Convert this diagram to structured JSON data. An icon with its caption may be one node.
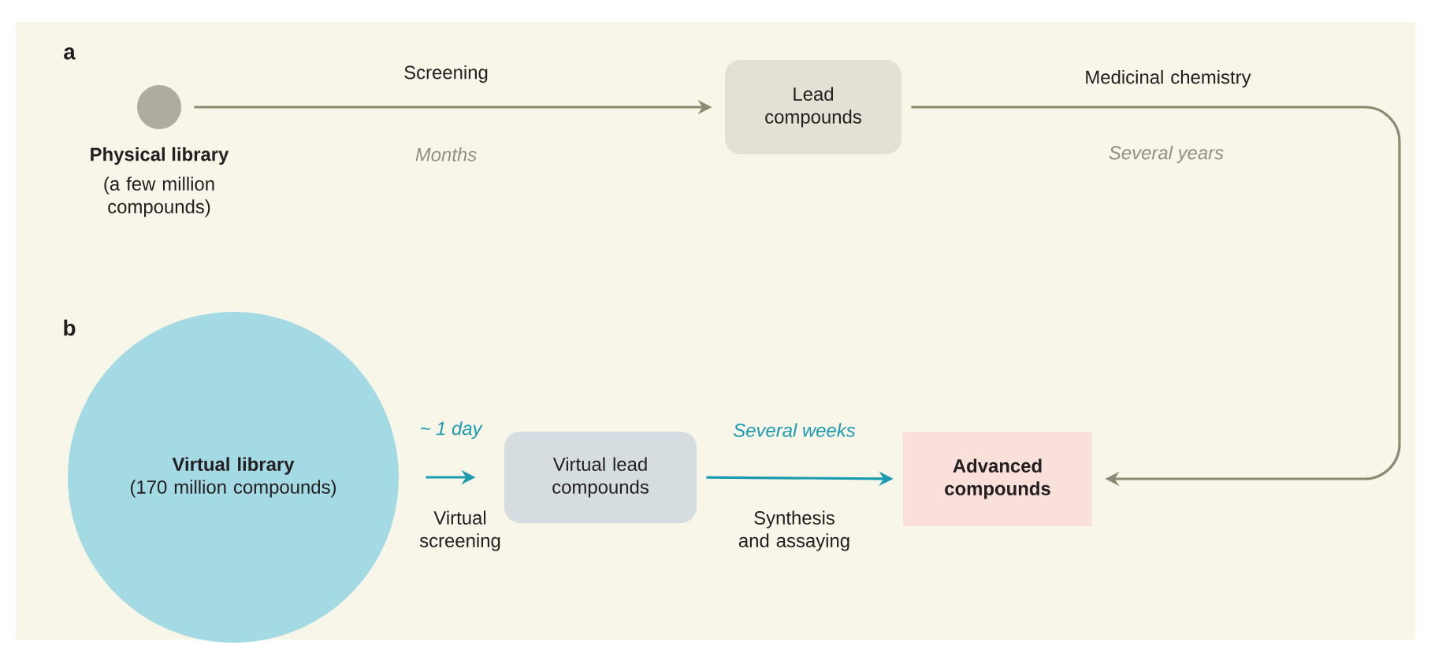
{
  "diagram": {
    "nodes": [
      {
        "text": [],
        "shape": "circle",
        "beside": [
          "Physical library",
          "(a few million compounds)"
        ]
      },
      {
        "text": [
          "Lead compounds"
        ]
      },
      {
        "text": [
          "Virtual library",
          "(170 million compounds)"
        ]
      },
      {
        "text": [
          "Virtual lead compounds"
        ]
      },
      {
        "text": [
          "Advanced compounds"
        ]
      }
    ],
    "edges": [
      {
        "from": 0,
        "to": 1,
        "arrow": "to",
        "label": "Screening",
        "color": "#8a8b72"
      },
      {
        "from": 1,
        "to": 4,
        "arrow": "to",
        "label": "Medicinal chemistry",
        "color": "#8a8b72"
      },
      {
        "from": 2,
        "to": 3,
        "arrow": "to",
        "label": "Virtual screening",
        "color": "#1a9bb0"
      },
      {
        "from": 3,
        "to": 4,
        "arrow": "to",
        "label": "Synthesis and assaying",
        "color": "#1a9bb0"
      }
    ],
    "labels": [
      "a",
      "Months",
      "Several years",
      "b",
      "~ 1 day",
      "Several weeks"
    ]
  }
}
